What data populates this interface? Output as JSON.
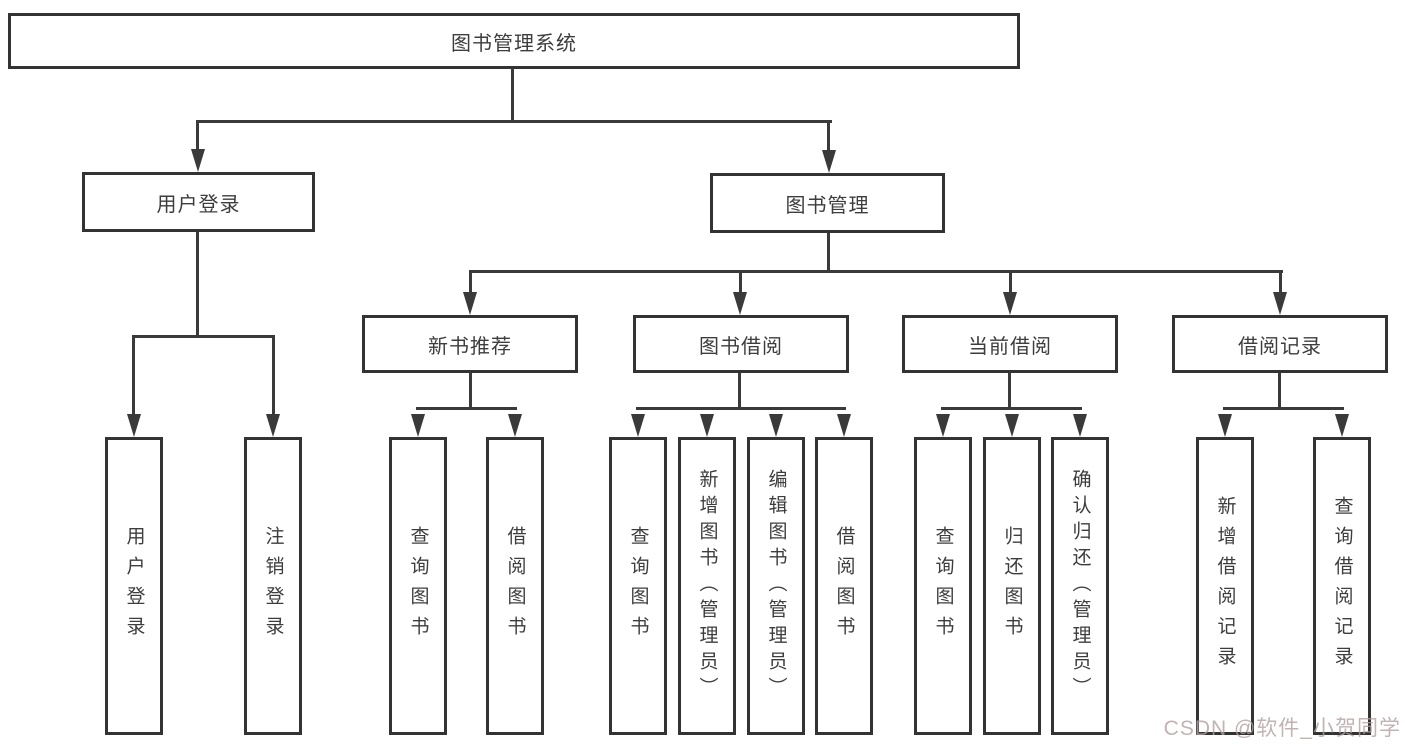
{
  "diagram": {
    "title": "图书管理系统",
    "branches": [
      {
        "label": "用户登录",
        "leaves": [
          "用户登录",
          "注销登录"
        ]
      },
      {
        "label": "图书管理",
        "sections": [
          {
            "label": "新书推荐",
            "leaves": [
              "查询图书",
              "借阅图书"
            ]
          },
          {
            "label": "图书借阅",
            "leaves": [
              "查询图书",
              "新增图书（管理员）",
              "编辑图书（管理员）",
              "借阅图书"
            ]
          },
          {
            "label": "当前借阅",
            "leaves": [
              "查询图书",
              "归还图书",
              "确认归还（管理员）"
            ]
          },
          {
            "label": "借阅记录",
            "leaves": [
              "新增借阅记录",
              "查询借阅记录"
            ]
          }
        ]
      }
    ]
  },
  "watermark": {
    "text": "CSDN @软件_小贺同学"
  },
  "colors": {
    "line": "#3a3a3a",
    "border": "#333333",
    "text": "#3d3d3d",
    "watermark": "#b2a0a0"
  }
}
